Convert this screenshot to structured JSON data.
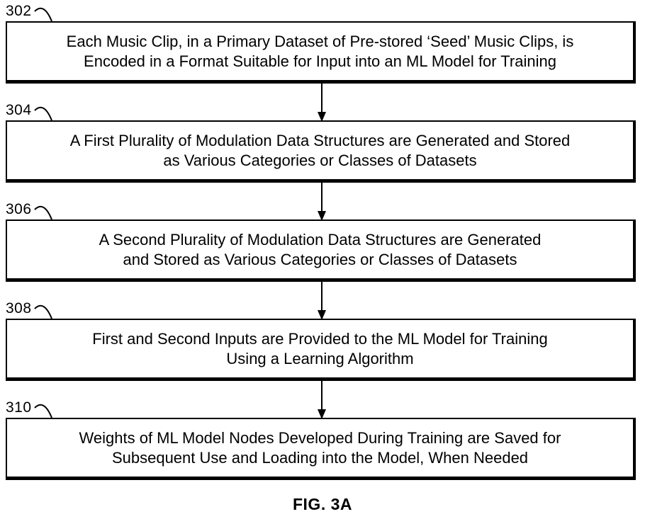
{
  "figure": {
    "caption": "FIG. 3A",
    "colors": {
      "ink": "#000000",
      "background": "#ffffff"
    },
    "steps": [
      {
        "ref": "302",
        "lines": [
          "Each Music Clip, in a Primary Dataset of Pre-stored ‘Seed’ Music Clips, is",
          "Encoded in a Format Suitable for Input into an ML Model for Training"
        ]
      },
      {
        "ref": "304",
        "lines": [
          "A First Plurality of Modulation Data Structures are Generated and Stored",
          "as Various Categories or Classes of Datasets"
        ]
      },
      {
        "ref": "306",
        "lines": [
          "A Second Plurality of Modulation Data Structures are Generated",
          "and Stored as Various Categories or Classes of Datasets"
        ]
      },
      {
        "ref": "308",
        "lines": [
          "First and Second Inputs are Provided to the ML Model for Training",
          "Using a Learning Algorithm"
        ]
      },
      {
        "ref": "310",
        "lines": [
          "Weights of ML Model Nodes Developed During Training are Saved for",
          "Subsequent Use and Loading into the Model, When Needed"
        ]
      }
    ]
  }
}
